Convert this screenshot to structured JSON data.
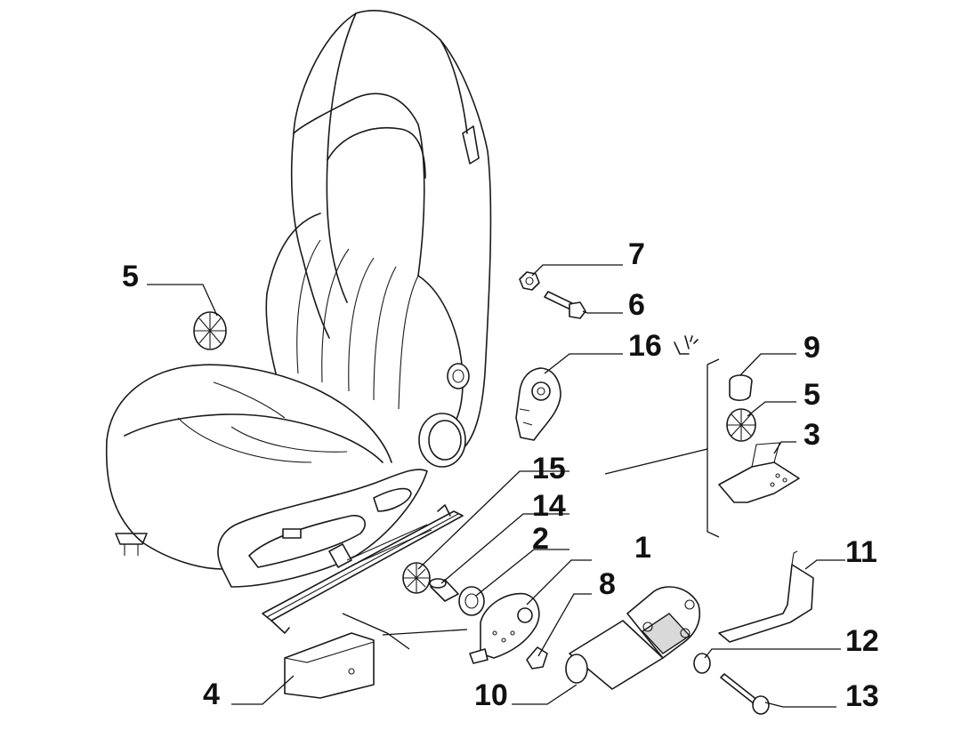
{
  "callouts": [
    {
      "id": "c1",
      "label": "1"
    },
    {
      "id": "c2",
      "label": "2"
    },
    {
      "id": "c3",
      "label": "3"
    },
    {
      "id": "c4",
      "label": "4"
    },
    {
      "id": "c5a",
      "label": "5"
    },
    {
      "id": "c5b",
      "label": "5"
    },
    {
      "id": "c6",
      "label": "6"
    },
    {
      "id": "c7",
      "label": "7"
    },
    {
      "id": "c8",
      "label": "8"
    },
    {
      "id": "c9",
      "label": "9"
    },
    {
      "id": "c10",
      "label": "10"
    },
    {
      "id": "c11",
      "label": "11"
    },
    {
      "id": "c12",
      "label": "12"
    },
    {
      "id": "c13",
      "label": "13"
    },
    {
      "id": "c14",
      "label": "14"
    },
    {
      "id": "c15",
      "label": "15"
    },
    {
      "id": "c16",
      "label": "16"
    }
  ],
  "icons": {
    "variant_symbol": "seat-adjust-icon"
  }
}
